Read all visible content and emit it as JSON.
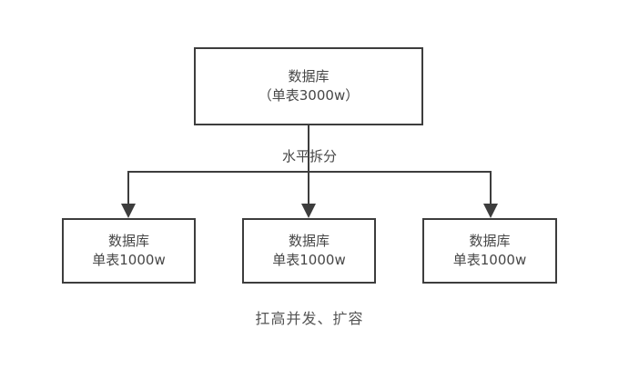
{
  "diagram": {
    "top_box": {
      "line1": "数据库",
      "line2": "（单表3000w）"
    },
    "split_label": "水平拆分",
    "bottom_boxes": [
      {
        "line1": "数据库",
        "line2": "单表1000w"
      },
      {
        "line1": "数据库",
        "line2": "单表1000w"
      },
      {
        "line1": "数据库",
        "line2": "单表1000w"
      }
    ],
    "caption": "扛高并发、扩容",
    "colors": {
      "line": "#3d3d3d",
      "text": "#474747",
      "background": "#ffffff",
      "caption_text": "#555555"
    }
  }
}
